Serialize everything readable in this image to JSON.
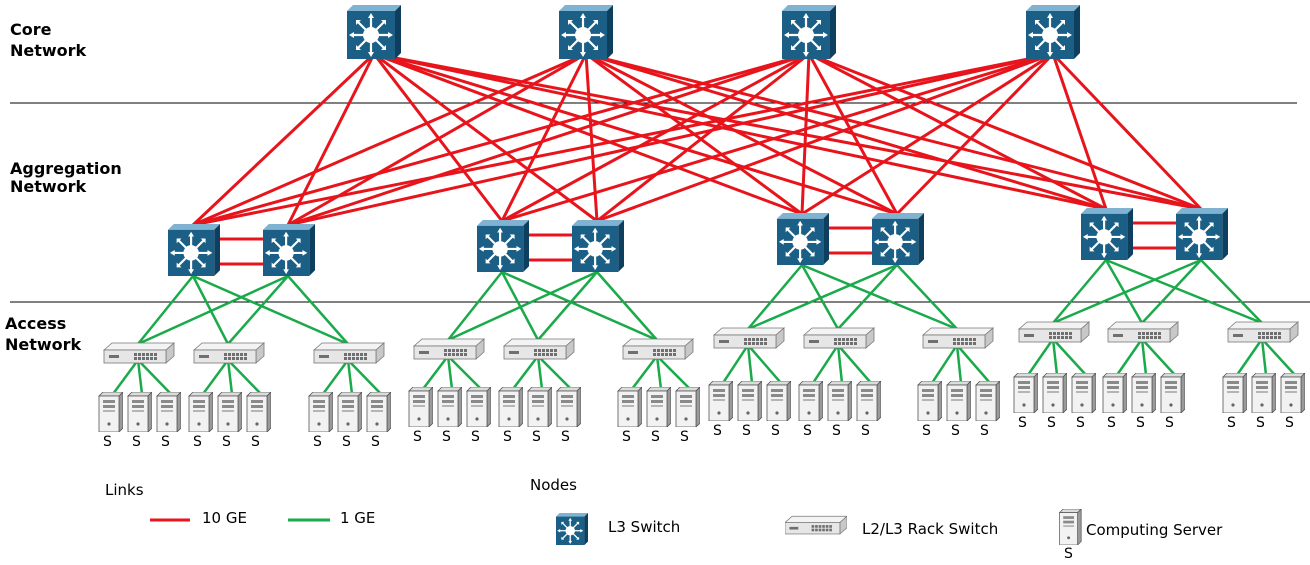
{
  "layers": {
    "core": [
      "Core",
      "Network"
    ],
    "aggregation": [
      "Aggregation",
      "Network"
    ],
    "access": [
      "Access",
      "Network"
    ]
  },
  "server_label": "S",
  "legend": {
    "links_title": "Links",
    "link_10ge": "10 GE",
    "link_1ge": "1 GE",
    "nodes_title": "Nodes",
    "l3_switch": "L3 Switch",
    "rack_switch": "L2/L3 Rack Switch",
    "server": "Computing Server",
    "server_symbol": "S"
  },
  "colors": {
    "link_10ge": "#e8141c",
    "link_1ge": "#1aaa4a",
    "l3_switch": "#1b5f86"
  },
  "icons": {
    "l3_switch": "l3-switch-icon",
    "rack_switch": "rack-switch-icon",
    "server": "server-icon"
  }
}
